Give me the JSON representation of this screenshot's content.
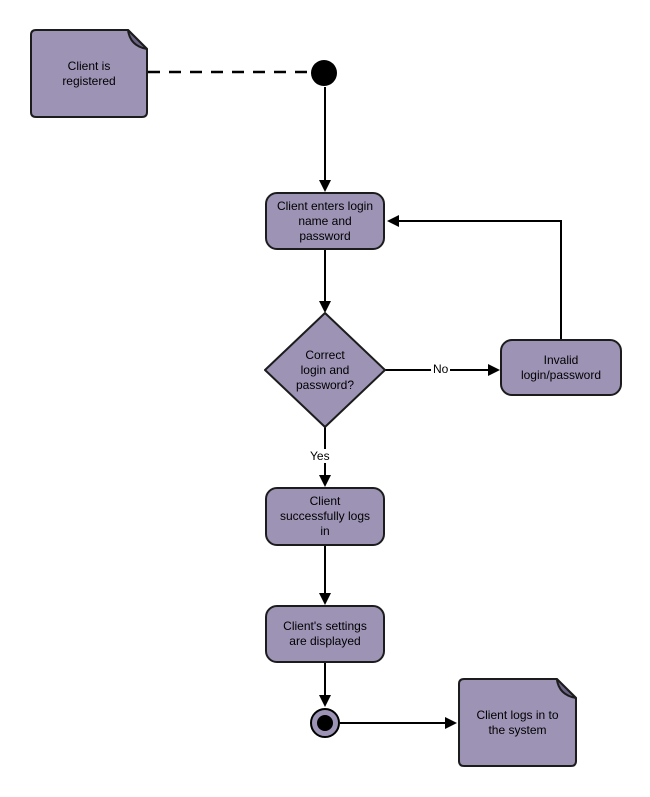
{
  "diagram": {
    "colors": {
      "node_fill": "#9D93B5",
      "node_border": "#1C1C1C",
      "note_fold": "#6E6387",
      "connector": "#000000"
    },
    "notes": {
      "registered": {
        "text": "Client is\nregistered"
      },
      "logs_in": {
        "text": "Client logs in to\nthe system"
      }
    },
    "nodes": {
      "enter_credentials": {
        "label": "Client enters login\nname and\npassword"
      },
      "decision": {
        "label": "Correct\nlogin and\npassword?"
      },
      "invalid": {
        "label": "Invalid\nlogin/password"
      },
      "success": {
        "label": "Client\nsuccessfully logs\nin"
      },
      "settings": {
        "label": "Client's settings\nare displayed"
      }
    },
    "edge_labels": {
      "no": "No",
      "yes": "Yes"
    }
  }
}
